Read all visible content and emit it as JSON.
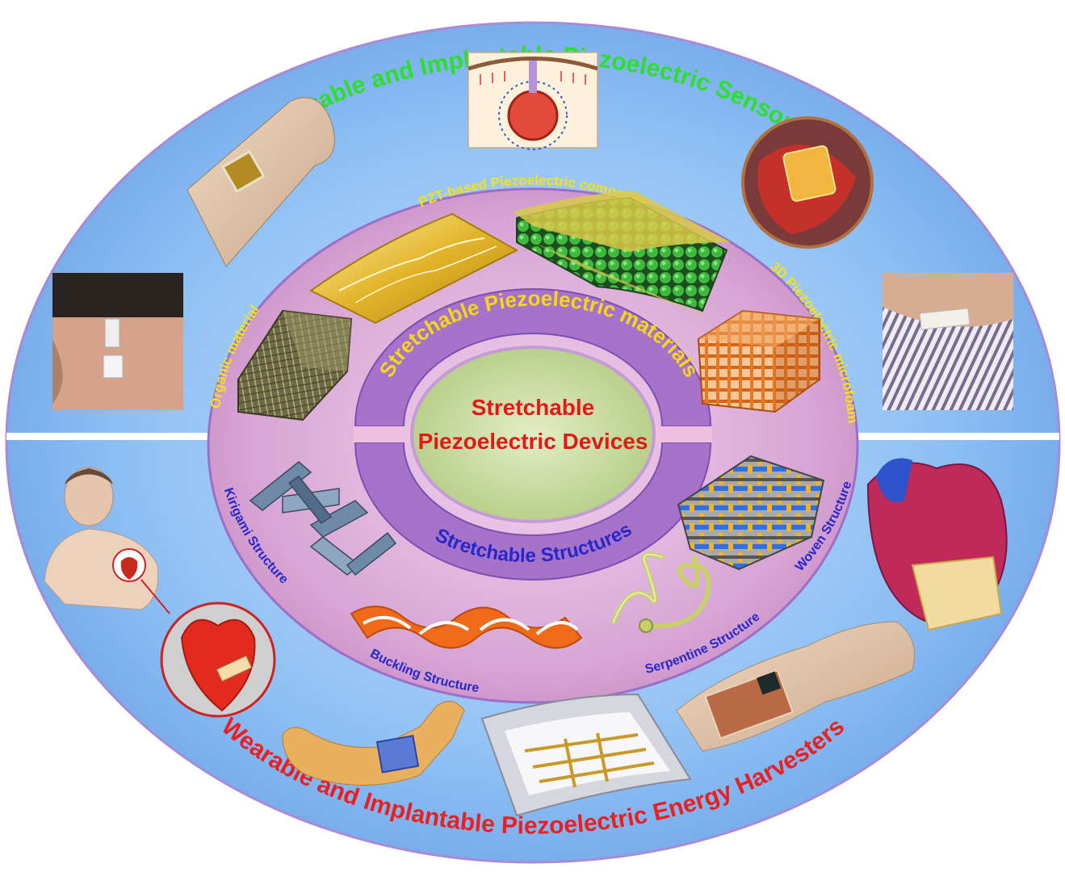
{
  "outer": {
    "top_title": "Wearable and Implantable Piezoelectric Sensors",
    "bottom_title": "Wearable and Implantable Piezoelectric Energy Harvesters"
  },
  "middle": {
    "top_label": "PZT-based Piezoelectric composite",
    "right_label": "3D Piezoelectric microfoam",
    "left_label": "Organic material",
    "kirigami_label": "Kirigami Structure",
    "buckling_label": "Buckling Structure",
    "serpentine_label": "Serpentine Structure",
    "woven_label": "Woven Structure"
  },
  "inner": {
    "materials_label": "Stretchable Piezoelectric materials",
    "structures_label": "Stretchable Structures",
    "center_line1": "Stretchable",
    "center_line2": "Piezoelectric Devices"
  },
  "colors": {
    "outer_fill": "#86baf2",
    "middle_fill": "#d9a8d6",
    "inner_ring": "#9b6fc9",
    "center_fill": "#c6d89b",
    "sensors_title": "#2dde2d",
    "harvesters_title": "#ea1f1f",
    "materials_text": "#f3d81a",
    "structures_text": "#2727c9",
    "center_text": "#e11919"
  }
}
